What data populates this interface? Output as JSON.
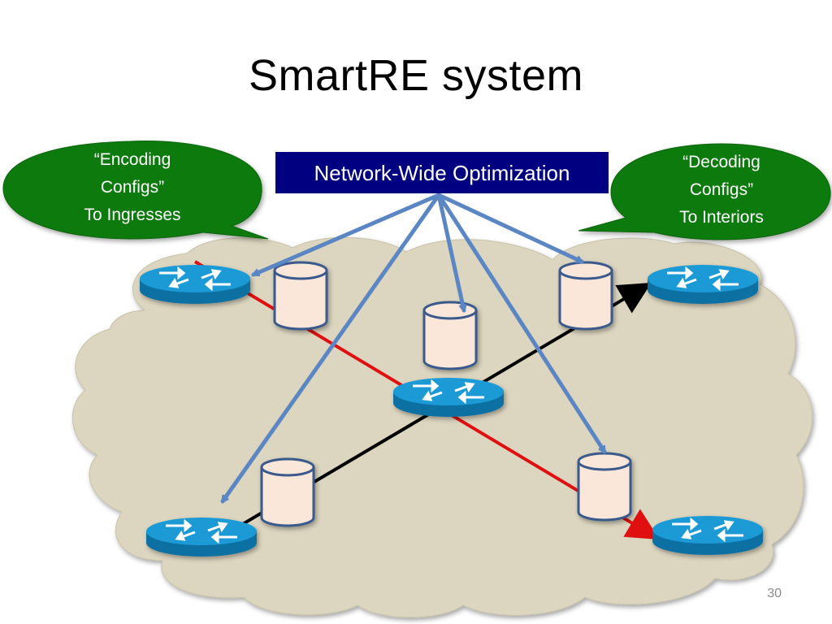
{
  "title": "SmartRE system",
  "callouts": {
    "encoding": {
      "line1": "“Encoding",
      "line2": "Configs”",
      "line3": "To Ingresses"
    },
    "decoding": {
      "line1": "“Decoding",
      "line2": "Configs”",
      "line3": "To Interiors"
    }
  },
  "optimizer_label": "Network-Wide Optimization",
  "page_number": "30",
  "colors": {
    "cloud": "#dcd6c0",
    "callout_fill": "#0a7a0a",
    "optimizer_fill": "#000080",
    "arrow": "#5a86c4",
    "path_red": "#e01010",
    "path_black": "#000000",
    "router": "#1b9ad6",
    "cache": "#fbe6da"
  },
  "icons": {
    "router": "router-icon",
    "cache": "cache-database-icon"
  }
}
